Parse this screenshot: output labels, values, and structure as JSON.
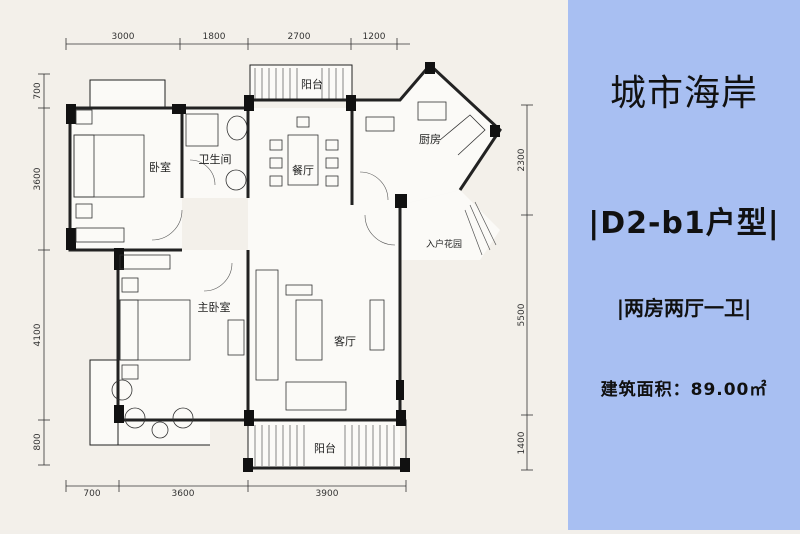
{
  "info": {
    "title": "城市海岸",
    "type_name": "|D2-b1户型|",
    "layout": "|两房两厅一卫|",
    "area": "建筑面积：89.00㎡"
  },
  "dimensions": {
    "top": [
      "3000",
      "1800",
      "2700",
      "1200"
    ],
    "bottom": [
      "700",
      "3600",
      "3900"
    ],
    "left": [
      "700",
      "3600",
      "4100",
      "800"
    ],
    "right": [
      "2300",
      "5500",
      "1400"
    ]
  },
  "rooms": {
    "bedroom": "卧室",
    "bathroom": "卫生间",
    "dining": "餐厅",
    "kitchen": "厨房",
    "balcony_top": "阳台",
    "entrance_garden": "入户花园",
    "master_bedroom": "主卧室",
    "living": "客厅",
    "balcony_bottom": "阳台"
  }
}
